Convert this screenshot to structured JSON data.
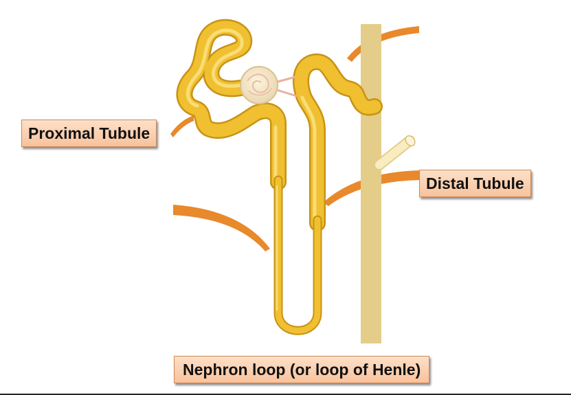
{
  "labels": {
    "proximal": "Proximal Tubule",
    "distal": "Distal Tubule",
    "loop": "Nephron loop (or loop of Henle)"
  },
  "colors": {
    "tubule": "#f0c030",
    "tubule_dark": "#c89214",
    "collecting_duct": "#f6e6b0",
    "pointer": "#e8892c",
    "label_fill": "#f9cba8"
  }
}
